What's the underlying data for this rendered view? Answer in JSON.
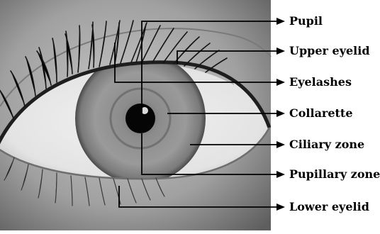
{
  "colors": {
    "background": "#ffffff",
    "leader_line": "#000000",
    "iris": "#8a8a8a",
    "pupil": "#050505",
    "sclera": "#eeeeee",
    "skin": "#9c9c9c"
  },
  "labels": {
    "pupil": "Pupil",
    "upper_eyelid": "Upper eyelid",
    "eyelashes": "Eyelashes",
    "collarette": "Collarette",
    "ciliary_zone": "Ciliary zone",
    "pupillary_zone": "Pupillary zone",
    "lower_eyelid": "Lower eyelid"
  }
}
